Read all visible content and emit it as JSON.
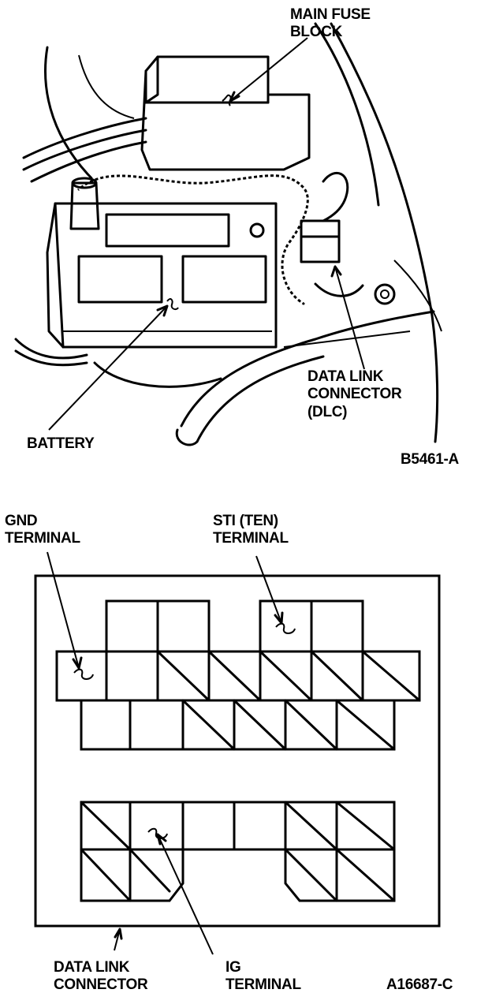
{
  "top_figure": {
    "labels": {
      "main_fuse_line1": "MAIN FUSE",
      "main_fuse_line2": "BLOCK",
      "dlc_line1": "DATA LINK",
      "dlc_line2": "CONNECTOR",
      "dlc_line3": "(DLC)",
      "battery": "BATTERY"
    },
    "figure_id": "B5461-A"
  },
  "bottom_figure": {
    "labels": {
      "gnd_line1": "GND",
      "gnd_line2": "TERMINAL",
      "sti_line1": "STI (TEN)",
      "sti_line2": "TERMINAL",
      "dlc_line1": "DATA LINK",
      "dlc_line2": "CONNECTOR",
      "ig_line1": "IG",
      "ig_line2": "TERMINAL"
    },
    "figure_id": "A16687-C"
  },
  "colors": {
    "ink": "#000000",
    "paper": "#ffffff"
  }
}
